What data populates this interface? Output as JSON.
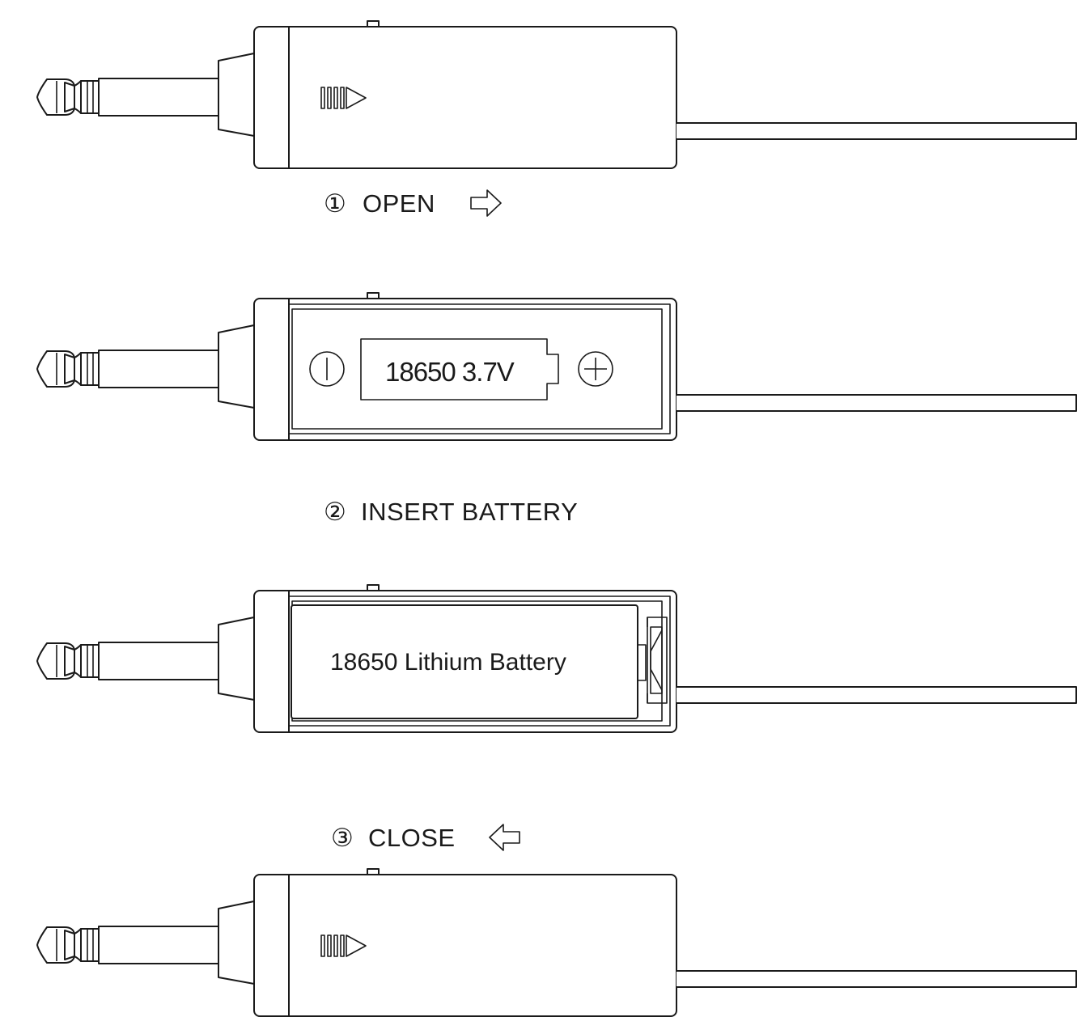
{
  "steps": [
    {
      "number": "①",
      "text": "OPEN",
      "arrow": "right-outline-arrow"
    },
    {
      "number": "②",
      "text": "INSERT BATTERY"
    },
    {
      "number": "③",
      "text": "CLOSE",
      "arrow": "left-outline-arrow"
    }
  ],
  "battery_slot_label": "18650 3.7V",
  "battery_slot_minus": "minus-terminal-icon",
  "battery_slot_plus": "plus-terminal-icon",
  "inserted_battery_label": "18650 Lithium Battery",
  "colors": {
    "line": "#1a1a1a",
    "background": "#ffffff"
  }
}
